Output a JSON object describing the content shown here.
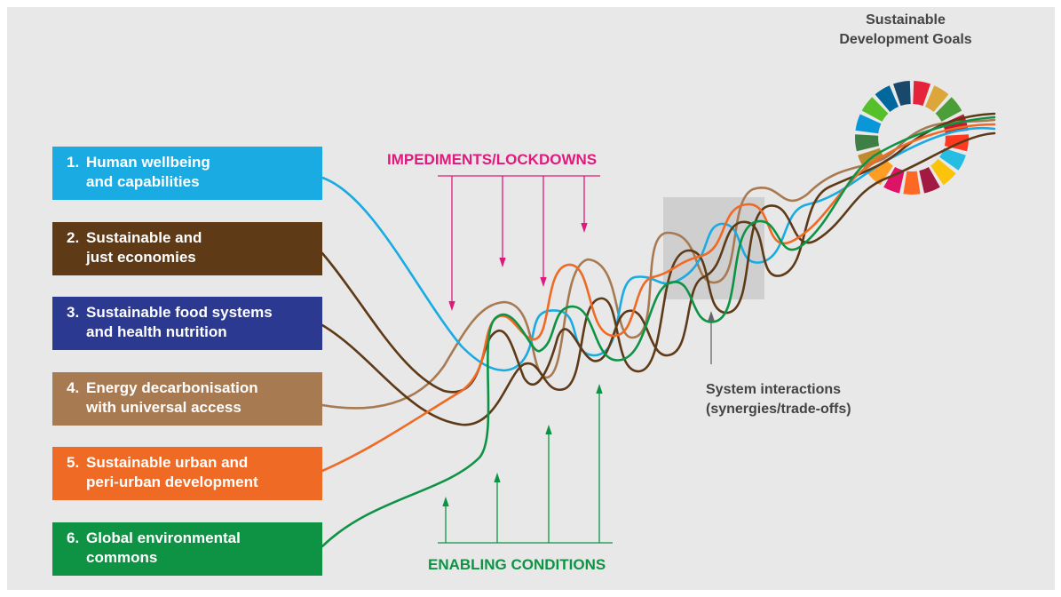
{
  "title": "Sustainable\nDevelopment Goals",
  "entry_points": [
    {
      "num": "1.",
      "text": "Human wellbeing\nand capabilities",
      "color": "#1aabe2"
    },
    {
      "num": "2.",
      "text": "Sustainable and\njust economies",
      "color": "#5e3a17"
    },
    {
      "num": "3.",
      "text": "Sustainable food systems\nand health nutrition",
      "color": "#2b3990"
    },
    {
      "num": "4.",
      "text": "Energy decarbonisation\nwith universal access",
      "color": "#a77a52"
    },
    {
      "num": "5.",
      "text": "Sustainable urban and\nperi-urban development",
      "color": "#ef6a24"
    },
    {
      "num": "6.",
      "text": "Global environmental\ncommons",
      "color": "#0e9345"
    }
  ],
  "impediments_label": "IMPEDIMENTS/LOCKDOWNS",
  "enabling_label": "ENABLING CONDITIONS",
  "system_label": "System interactions\n(synergies/trade-offs)",
  "sdg_colors": [
    "#e5243b",
    "#dda63a",
    "#4c9f38",
    "#c5192d",
    "#ff3a21",
    "#26bde2",
    "#fcc30b",
    "#a21942",
    "#fd6925",
    "#dd1367",
    "#fd9d24",
    "#bf8b2e",
    "#3f7e44",
    "#0a97d9",
    "#56c02b",
    "#00689d",
    "#19486a"
  ],
  "strand_colors": {
    "blue": "#1aabe2",
    "brown": "#5e3a17",
    "tan": "#a77a52",
    "orange": "#ef6a24",
    "green": "#0e9345"
  },
  "accent_colors": {
    "impediments": "#e0197d",
    "enabling": "#0e9345",
    "system": "#666666",
    "highlight": "#cfcfcf"
  }
}
